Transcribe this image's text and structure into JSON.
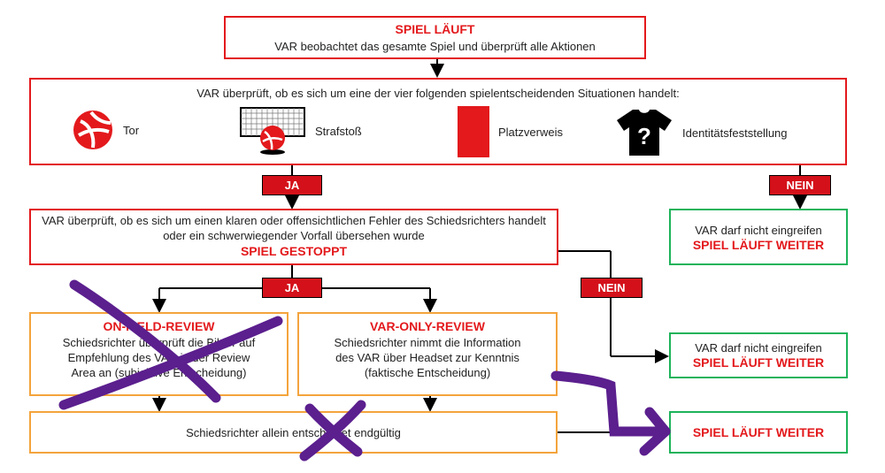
{
  "top_box": {
    "title": "SPIEL LÄUFT",
    "text": "VAR beobachtet das gesamte Spiel und überprüft alle Aktionen"
  },
  "check_box": {
    "text": "VAR überprüft, ob es sich um eine der vier folgenden spielentscheidenden Situationen handelt:",
    "situations": [
      {
        "label": "Tor",
        "icon": "ball-icon"
      },
      {
        "label": "Strafstoß",
        "icon": "goal-net-ball-icon"
      },
      {
        "label": "Platzverweis",
        "icon": "red-card-icon"
      },
      {
        "label": "Identitätsfeststellung",
        "icon": "shirt-question-icon"
      }
    ]
  },
  "tags": {
    "ja_1": "JA",
    "nein_1": "NEIN",
    "ja_2": "JA",
    "nein_2": "NEIN"
  },
  "error_box": {
    "line1": "VAR überprüft, ob es sich um einen klaren oder offensichtlichen Fehler des Schiedsrichters handelt",
    "line2": "oder ein schwerwiegender Vorfall übersehen wurde",
    "status": "SPIEL GESTOPPT"
  },
  "green_top": {
    "text": "VAR darf nicht eingreifen",
    "status": "SPIEL LÄUFT WEITER"
  },
  "green_mid": {
    "text": "VAR darf nicht eingreifen",
    "status": "SPIEL LÄUFT WEITER"
  },
  "green_bottom": {
    "status": "SPIEL LÄUFT WEITER"
  },
  "on_field": {
    "title": "ON-FIELD-REVIEW",
    "line1": "Schiedsrichter überprüft die Bilder auf",
    "line2": "Empfehlung des VAR in der Review",
    "line3": "Area an (subjektive Entscheidung)"
  },
  "var_only": {
    "title": "VAR-ONLY-REVIEW",
    "line1": "Schiedsrichter nimmt die Information",
    "line2": "des VAR über Headset zur Kenntnis",
    "line3": "(faktische Entscheidung)"
  },
  "final_box": {
    "text": "Schiedsrichter allein entscheidet endgültig"
  },
  "colors": {
    "red": "#e3191c",
    "tag_red": "#d4111a",
    "orange": "#f4a43c",
    "green": "#1db35a",
    "purple": "#5b1f8e"
  }
}
